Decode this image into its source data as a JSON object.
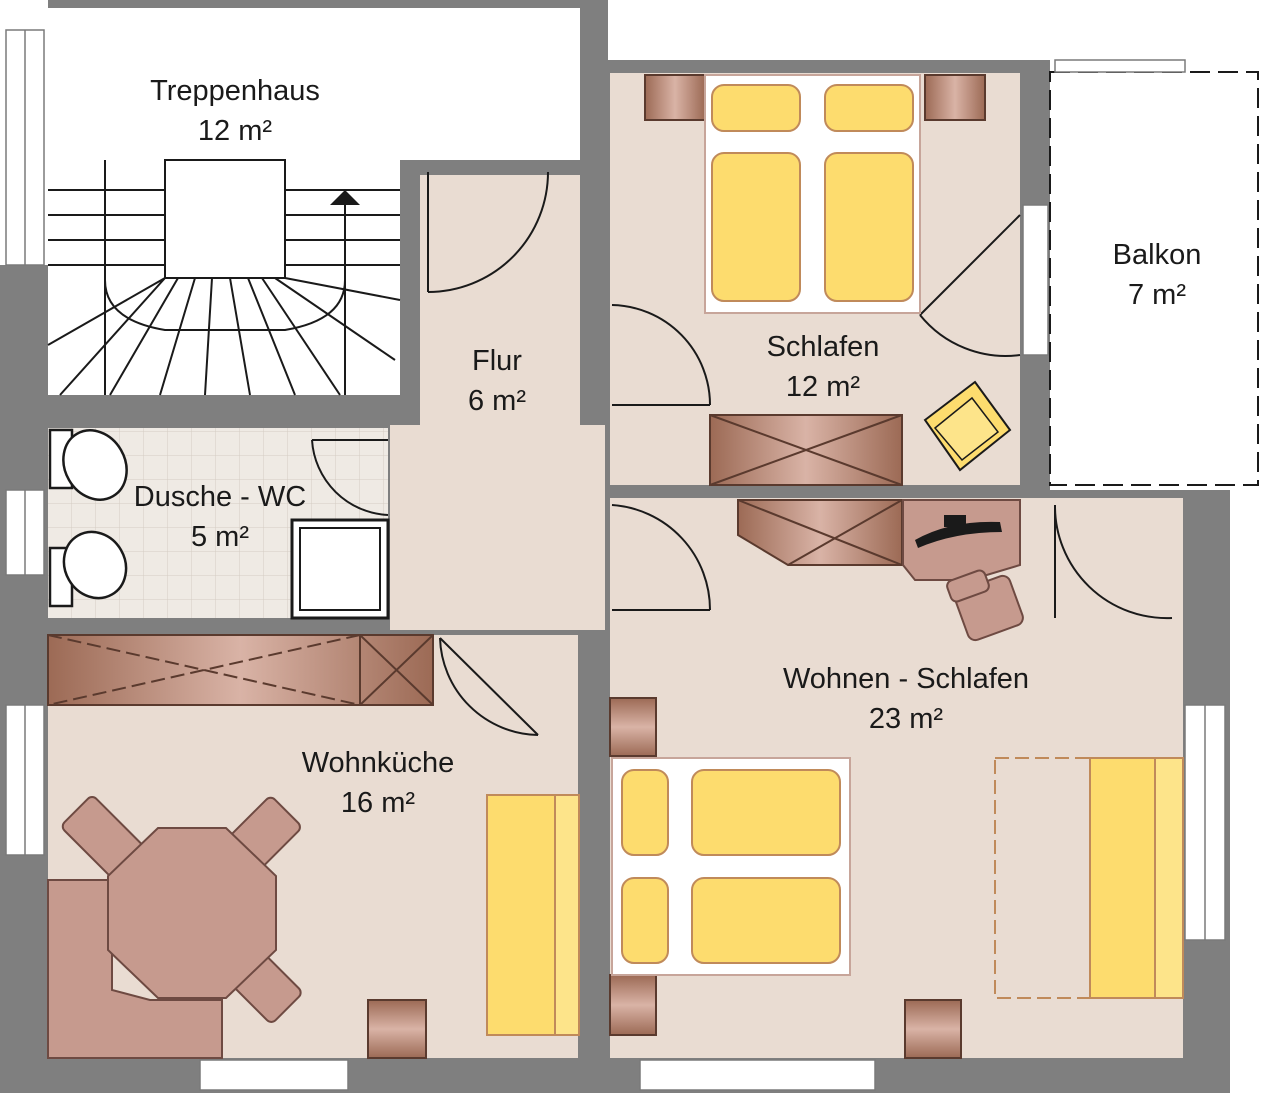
{
  "rooms": {
    "treppenhaus": {
      "name": "Treppenhaus",
      "area": "12 m²"
    },
    "flur": {
      "name": "Flur",
      "area": "6 m²"
    },
    "schlafen": {
      "name": "Schlafen",
      "area": "12 m²"
    },
    "balkon": {
      "name": "Balkon",
      "area": "7 m²"
    },
    "dusche": {
      "name": "Dusche - WC",
      "area": "5 m²"
    },
    "wohnen": {
      "name": "Wohnen - Schlafen",
      "area": "23 m²"
    },
    "kueche": {
      "name": "Wohnküche",
      "area": "16 m²"
    }
  },
  "colors": {
    "wall": "#7f7f7f",
    "floor": "#e9dcd2",
    "tile": "#efeae4",
    "cushion": "#fddc6e",
    "furniture": "#c69a8e"
  }
}
